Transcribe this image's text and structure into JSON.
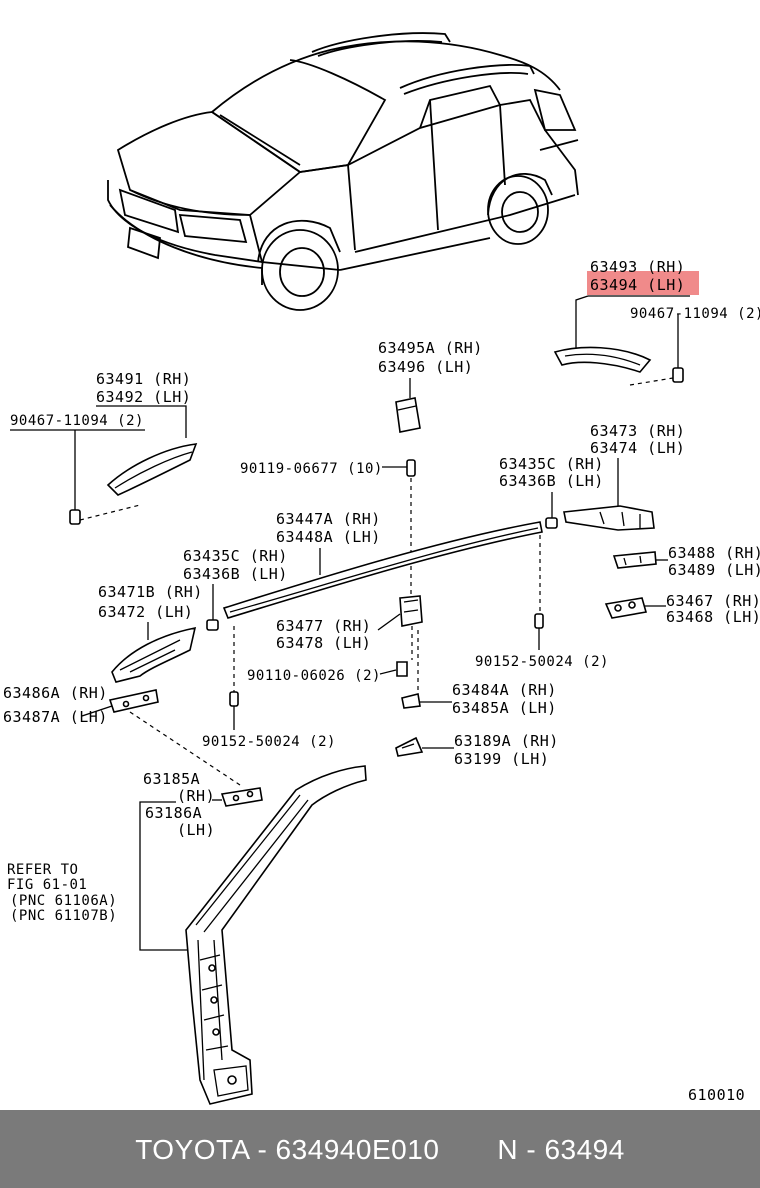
{
  "labels": {
    "p63493": "63493 (RH)",
    "p63494": "63494 (LH)",
    "p90467_r": "90467-11094 (2)",
    "p63495a": "63495A (RH)",
    "p63496": "63496  (LH)",
    "p63491": "63491 (RH)",
    "p63492": "63492 (LH)",
    "p90467_l": "90467-11094 (2)",
    "p90119": "90119-06677 (10)",
    "p63435c_r": "63435C (RH)",
    "p63436b_r": "63436B (LH)",
    "p63473": "63473 (RH)",
    "p63474": "63474 (LH)",
    "p63447a": "63447A (RH)",
    "p63448a": "63448A (LH)",
    "p63435c_l": "63435C (RH)",
    "p63436b_l": "63436B (LH)",
    "p63488": "63488 (RH)",
    "p63489": "63489 (LH)",
    "p63471b": "63471B (RH)",
    "p63472": "63472   (LH)",
    "p63467": "63467 (RH)",
    "p63468": "63468 (LH)",
    "p63477": "63477 (RH)",
    "p63478": "63478 (LH)",
    "p90152_r": "90152-50024 (2)",
    "p90110": "90110-06026 (2)",
    "p63486a": "63486A (RH)",
    "p63487a": "63487A (LH)",
    "p63484a": "63484A (RH)",
    "p63485a": "63485A (LH)",
    "p90152_l": "90152-50024 (2)",
    "p63189a": "63189A (RH)",
    "p63199": "63199   (LH)",
    "p63185a": "63185A",
    "p63185a_rh": "(RH)",
    "p63186a": "63186A",
    "p63186a_lh": "(LH)",
    "refer1": "REFER  TO",
    "refer2": "FIG  61-01",
    "refer3": "(PNC  61106A)",
    "refer4": "(PNC  61107B)",
    "fig_no": "610010"
  },
  "highlight_color": "#f08a8a",
  "footer": {
    "text": "TOYOTA - 634940E010       N - 63494",
    "background": "#7a7a7a"
  }
}
